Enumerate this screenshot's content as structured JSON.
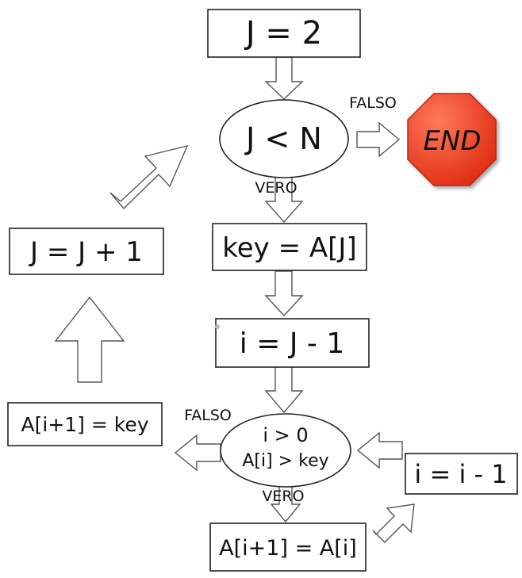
{
  "nodes": {
    "init": "J = 2",
    "loop_cond": "J < N",
    "end": "END",
    "key_assign": "key = A[J]",
    "i_init": "i = J - 1",
    "inner_cond_line1": "i > 0",
    "inner_cond_line2": "A[i] > key",
    "shift": "A[i+1] = A[i]",
    "i_dec": "i = i - 1",
    "insert": "A[i+1] = key",
    "j_inc": "J = J + 1"
  },
  "edge_labels": {
    "loop_false": "FALSO",
    "loop_true": "VERO",
    "inner_false": "FALSO",
    "inner_true": "VERO"
  },
  "colors": {
    "end_fill": "#e8402a",
    "end_stroke": "#c02010"
  }
}
